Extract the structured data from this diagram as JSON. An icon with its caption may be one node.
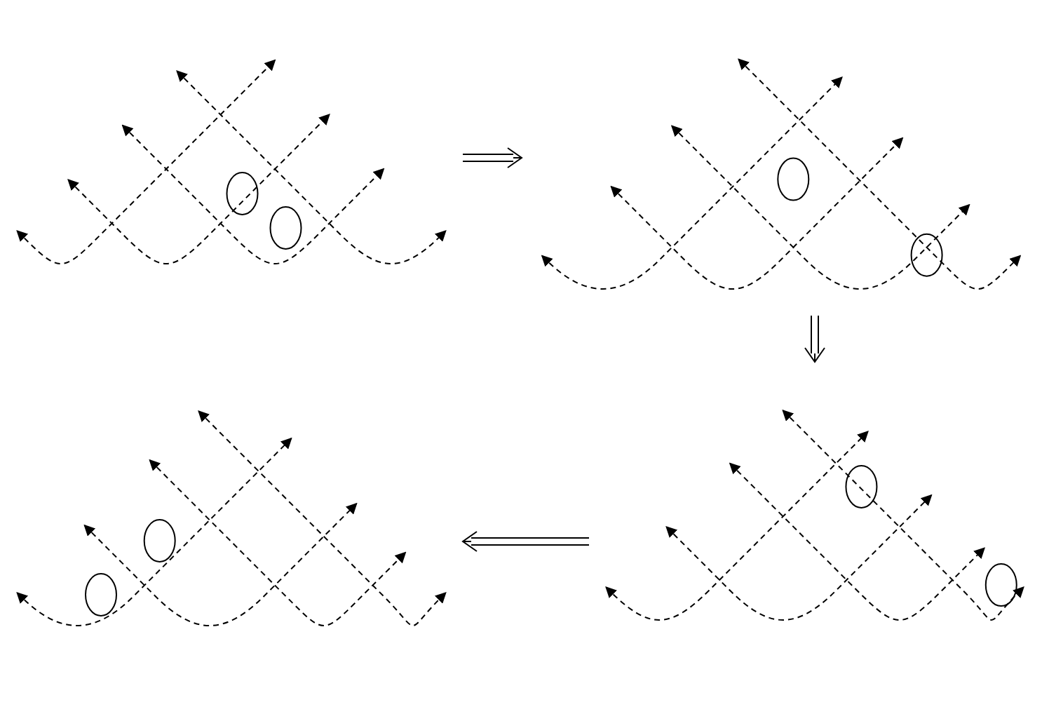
{
  "diagram": {
    "nodes": [
      {
        "text": [],
        "shape": "picture"
      },
      {
        "text": [],
        "shape": "picture"
      },
      {
        "text": [],
        "shape": "picture"
      },
      {
        "text": [],
        "shape": "picture"
      }
    ],
    "edges": [
      {
        "from": 0,
        "to": 1,
        "arrow": "to"
      },
      {
        "from": 1,
        "to": 3,
        "arrow": "to"
      },
      {
        "from": 3,
        "to": 2,
        "arrow": "to"
      }
    ]
  }
}
